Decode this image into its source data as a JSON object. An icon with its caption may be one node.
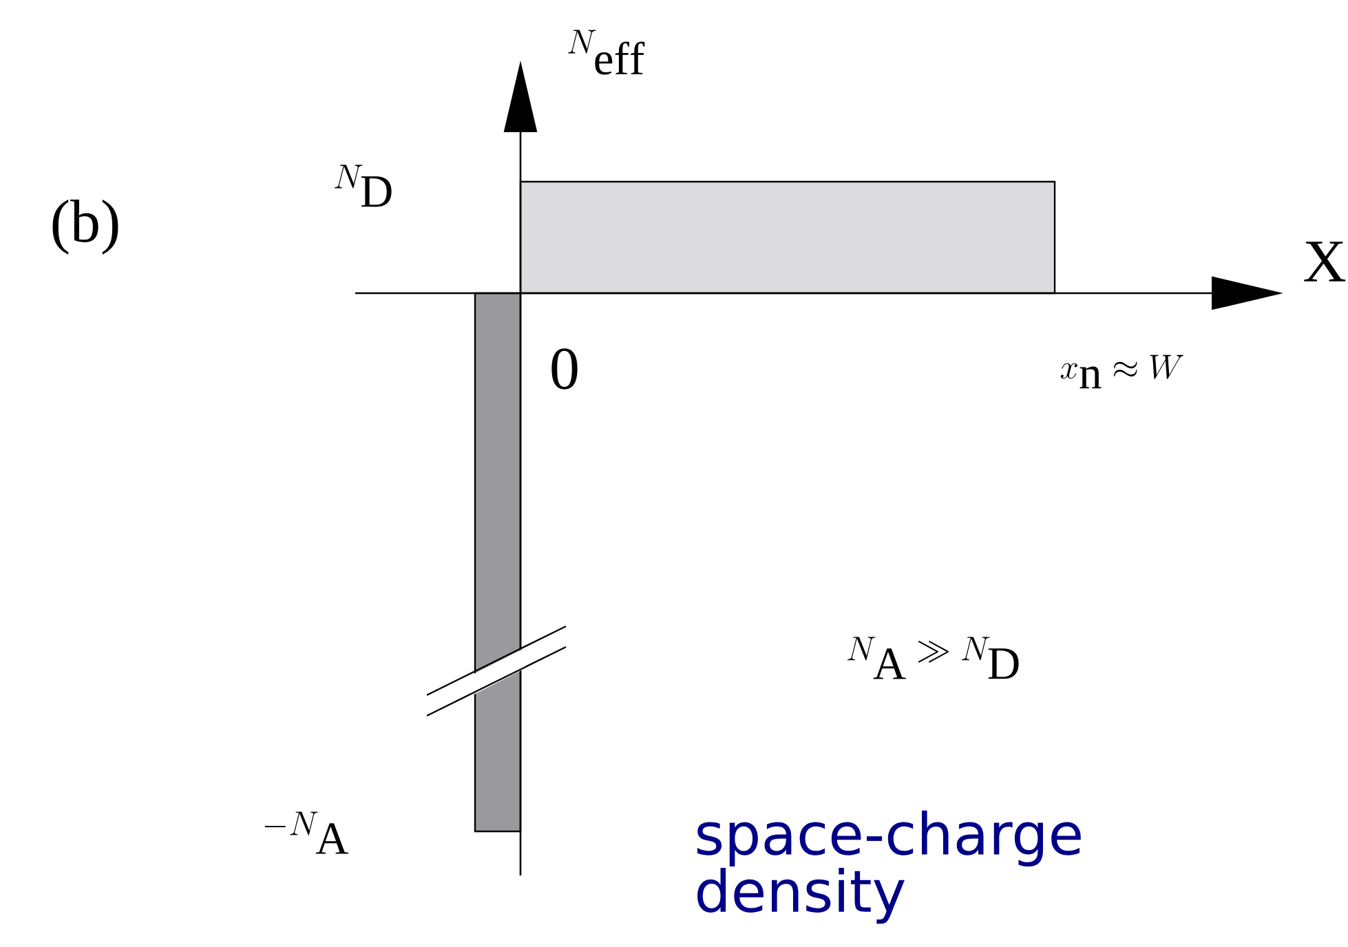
{
  "diagram": {
    "labels": [
      "(b)",
      "N_\\mathrm{eff}",
      "N_\\mathrm{D}",
      "X",
      "0",
      "x_\\mathrm{n} \\approx W",
      "N_\\mathrm{A} \\gg N_\\mathrm{D}",
      "-N_\\mathrm{A}",
      "space-charge density"
    ]
  }
}
